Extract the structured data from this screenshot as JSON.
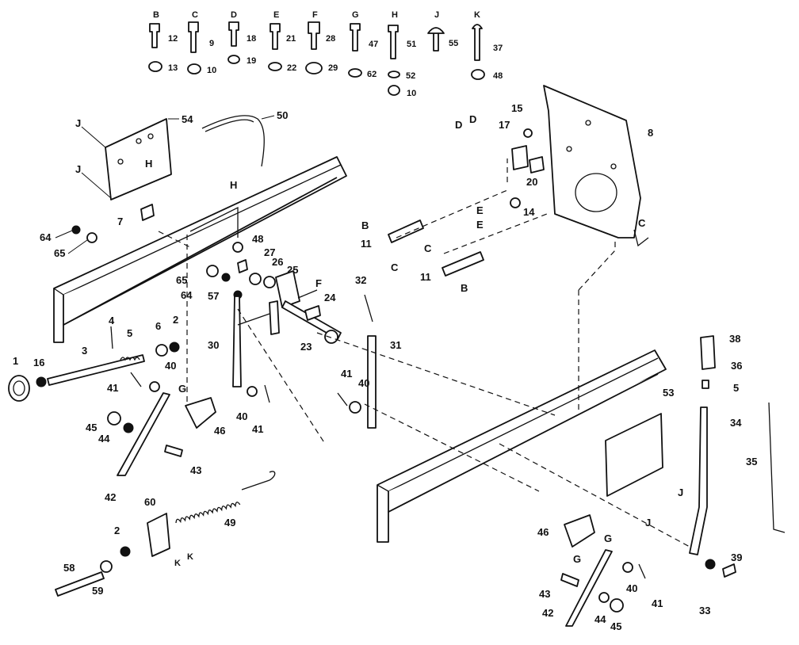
{
  "hardware_legend": [
    {
      "letter": "B",
      "bolt": "12",
      "nut": "13"
    },
    {
      "letter": "C",
      "bolt": "9",
      "nut": "10"
    },
    {
      "letter": "D",
      "bolt": "18",
      "nut": "19"
    },
    {
      "letter": "E",
      "bolt": "21",
      "nut": "22"
    },
    {
      "letter": "F",
      "bolt": "28",
      "nut": "29"
    },
    {
      "letter": "G",
      "bolt": "47",
      "nut": "62"
    },
    {
      "letter": "H",
      "bolt": "51",
      "nut": "52",
      "nut2": "10"
    },
    {
      "letter": "J",
      "bolt": "55"
    },
    {
      "letter": "K",
      "bolt": "37",
      "nut": "48"
    }
  ],
  "labels": {
    "p1": "1",
    "p16": "16",
    "p3": "3",
    "p4": "4",
    "p5": "5",
    "p6": "6",
    "p2": "2",
    "p41a": "41",
    "p40a": "40",
    "p45a": "45",
    "p44a": "44",
    "p43a": "43",
    "p42a": "42",
    "p46a": "46",
    "p30": "30",
    "p23": "23",
    "p24": "24",
    "p32": "32",
    "p31": "31",
    "p41b": "41",
    "p40b": "40",
    "p40c": "40",
    "p41c": "41",
    "p57": "57",
    "p64a": "64",
    "p65a": "65",
    "p64b": "64",
    "p65b": "65",
    "p48": "48",
    "p27": "27",
    "p26": "26",
    "p25": "25",
    "p7": "7",
    "p54": "54",
    "p50": "50",
    "p60": "60",
    "p49": "49",
    "p2b": "2",
    "p58": "58",
    "p59": "59",
    "p8": "8",
    "p15": "15",
    "p17": "17",
    "p20": "20",
    "p14": "14",
    "p11a": "11",
    "p11b": "11",
    "p38": "38",
    "p36": "36",
    "p5b": "5",
    "p34": "34",
    "p35": "35",
    "p53": "53",
    "p46b": "46",
    "p43b": "43",
    "p42b": "42",
    "p44b": "44",
    "p45b": "45",
    "p40d": "40",
    "p41d": "41",
    "p33": "33",
    "p39": "39"
  },
  "letters": {
    "J1": "J",
    "J2": "J",
    "H1": "H",
    "H2": "H",
    "G1": "G",
    "F1": "F",
    "K1": "K",
    "K2": "K",
    "D1": "D",
    "D2": "D",
    "E1": "E",
    "E2": "E",
    "B1": "B",
    "B2": "B",
    "C1": "C",
    "C2": "C",
    "C3": "C",
    "G2": "G",
    "G3": "G",
    "J3": "J",
    "J4": "J"
  }
}
